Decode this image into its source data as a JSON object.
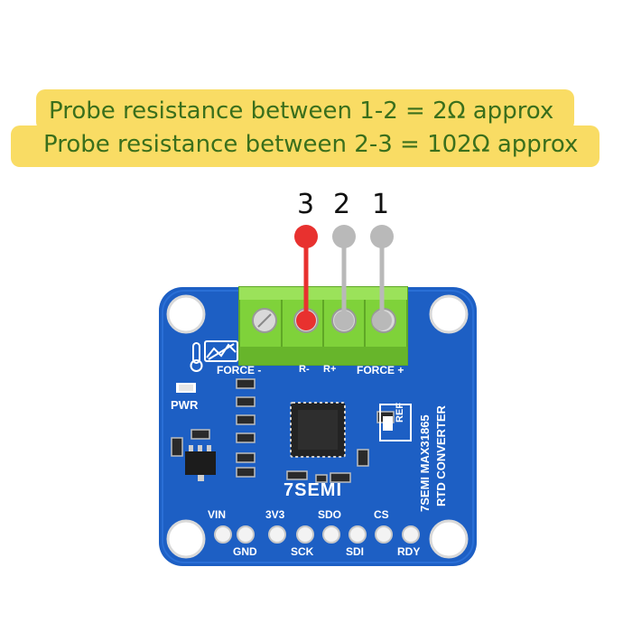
{
  "banner": {
    "line1": "Probe resistance between 1-2 = 2Ω approx",
    "line2": "Probe resistance between 2-3 = 102Ω approx"
  },
  "pins": {
    "p3": "3",
    "p2": "2",
    "p1": "1"
  },
  "board": {
    "force_minus": "FORCE -",
    "r_minus": "R-",
    "r_plus": "R+",
    "force_plus": "FORCE +",
    "pwr": "PWR",
    "ref": "REF",
    "brand": "7SEMI",
    "title1": "7SEMI MAX31865",
    "title2": "RTD CONVERTER",
    "pins_top": [
      "VIN",
      "3V3",
      "SDO",
      "CS"
    ],
    "pins_bottom": [
      "GND",
      "SCK",
      "SDI",
      "RDY"
    ]
  },
  "colors": {
    "banner": "#f9dc64",
    "banner_text": "#3a6f1c",
    "pcb": "#1d5fc4",
    "terminal": "#7fd23a",
    "wire_red": "#e8312f",
    "wire_gray": "#b9b9b9"
  }
}
